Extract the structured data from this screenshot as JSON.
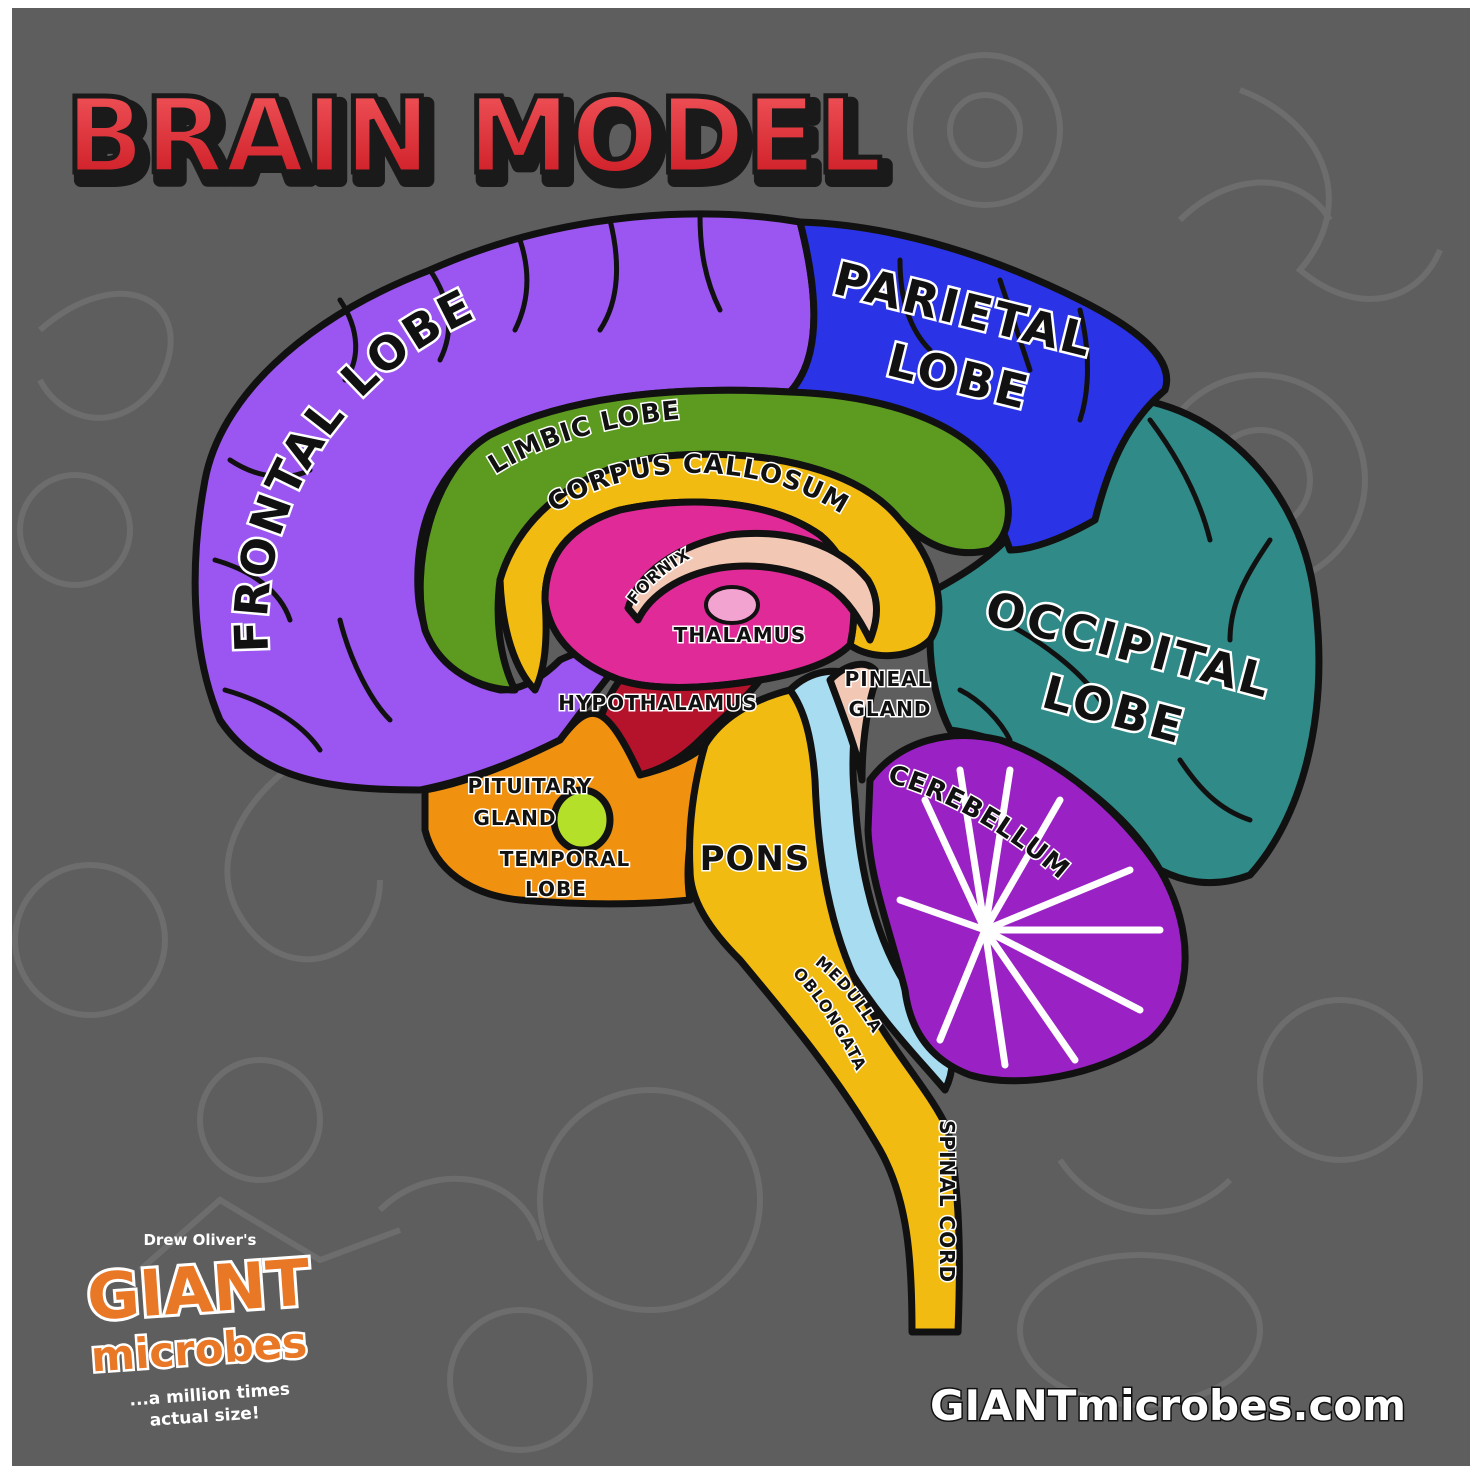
{
  "title": "BRAIN MODEL",
  "colors": {
    "background": "#5e5e5e",
    "doodle": "#6d6d6d",
    "frontal": "#9b55f0",
    "parietal": "#2a33e6",
    "occipital": "#2f8a88",
    "limbic": "#5c9a20",
    "corpus_callosum": "#f2bb12",
    "thalamus": "#e02a97",
    "hypothalamus": "#b5132c",
    "fornix": "#f2c8b4",
    "temporal": "#f09210",
    "pituitary": "#b4e02a",
    "brainstem": "#f2bb12",
    "ventricle": "#a8dcf0",
    "cerebellum": "#9a22c4",
    "title_fill": "#e52b35",
    "logo_orange": "#e87726"
  },
  "labels": {
    "frontal_lobe": "FRONTAL LOBE",
    "parietal_lobe_1": "PARIETAL",
    "parietal_lobe_2": "LOBE",
    "occipital_lobe_1": "OCCIPITAL",
    "occipital_lobe_2": "LOBE",
    "limbic_lobe": "LIMBIC LOBE",
    "corpus_callosum": "CORPUS CALLOSUM",
    "fornix": "FORNIX",
    "thalamus": "THALAMUS",
    "hypothalamus": "HYPOTHALAMUS",
    "pineal_gland_1": "PINEAL",
    "pineal_gland_2": "GLAND",
    "pituitary_gland_1": "PITUITARY",
    "pituitary_gland_2": "GLAND",
    "temporal_lobe_1": "TEMPORAL",
    "temporal_lobe_2": "LOBE",
    "pons": "PONS",
    "cerebellum": "CEREBELLUM",
    "medulla_oblongata_1": "MEDULLA",
    "medulla_oblongata_2": "OBLONGATA",
    "spinal_cord": "SPINAL CORD"
  },
  "branding": {
    "byline": "Drew Oliver's",
    "logo_top": "GIANT",
    "logo_bottom": "microbes",
    "tagline_1": "...a million times",
    "tagline_2": "actual size!",
    "website": "GIANTmicrobes.com"
  }
}
